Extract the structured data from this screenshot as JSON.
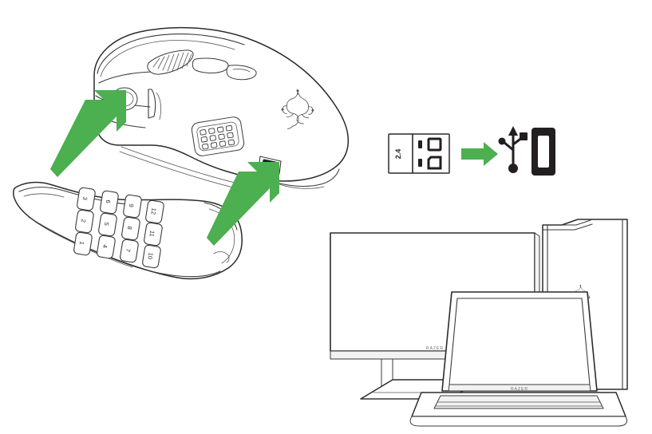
{
  "document": {
    "type": "product-setup-illustration",
    "title": "Razer Naga wireless mouse setup diagram",
    "background_color": "#ffffff",
    "line_color": "#2b2b2b",
    "accent_color": "#4CAF50"
  },
  "mouse": {
    "name": "razer-naga-gaming-mouse",
    "brand_logo": "razer-snake-logo",
    "features": {
      "scroll_wheel": "ridged-scroll-wheel",
      "dpi_buttons": "dpi-buttons",
      "grip_pad": "textured-grip-pad",
      "power_switch": "power-switch-port",
      "dongle_slot": "dongle-storage-slot"
    }
  },
  "side_plate": {
    "name": "12-button-side-plate",
    "description": "Detachable 12-button keypad side plate",
    "columns": [
      {
        "name": "column-1",
        "keys": [
          "3",
          "2",
          "1"
        ]
      },
      {
        "name": "column-2",
        "keys": [
          "6",
          "5",
          "4"
        ]
      },
      {
        "name": "column-3",
        "keys": [
          "9",
          "8",
          "7"
        ]
      },
      {
        "name": "column-4",
        "keys": [
          "12",
          "11",
          "10"
        ]
      }
    ]
  },
  "arrows": {
    "color": "#4CAF50",
    "items": [
      {
        "name": "arrow-to-power-switch",
        "direction": "up-right"
      },
      {
        "name": "arrow-to-dongle-slot",
        "direction": "up-right"
      },
      {
        "name": "arrow-dongle-to-usb",
        "direction": "right"
      }
    ]
  },
  "dongle": {
    "name": "usb-wireless-dongle",
    "label": "2.4",
    "label_orientation": "rotated",
    "description": "2.4 GHz wireless USB dongle"
  },
  "usb_port": {
    "name": "usb-port",
    "icon": "usb-trident-icon",
    "slot": "usb-port-slot"
  },
  "devices": {
    "monitor": {
      "name": "desktop-monitor",
      "brand": "RAZER"
    },
    "tower": {
      "name": "desktop-pc-tower",
      "logo": "razer-snake-logo"
    },
    "laptop": {
      "name": "razer-laptop",
      "brand": "RAZER"
    }
  }
}
